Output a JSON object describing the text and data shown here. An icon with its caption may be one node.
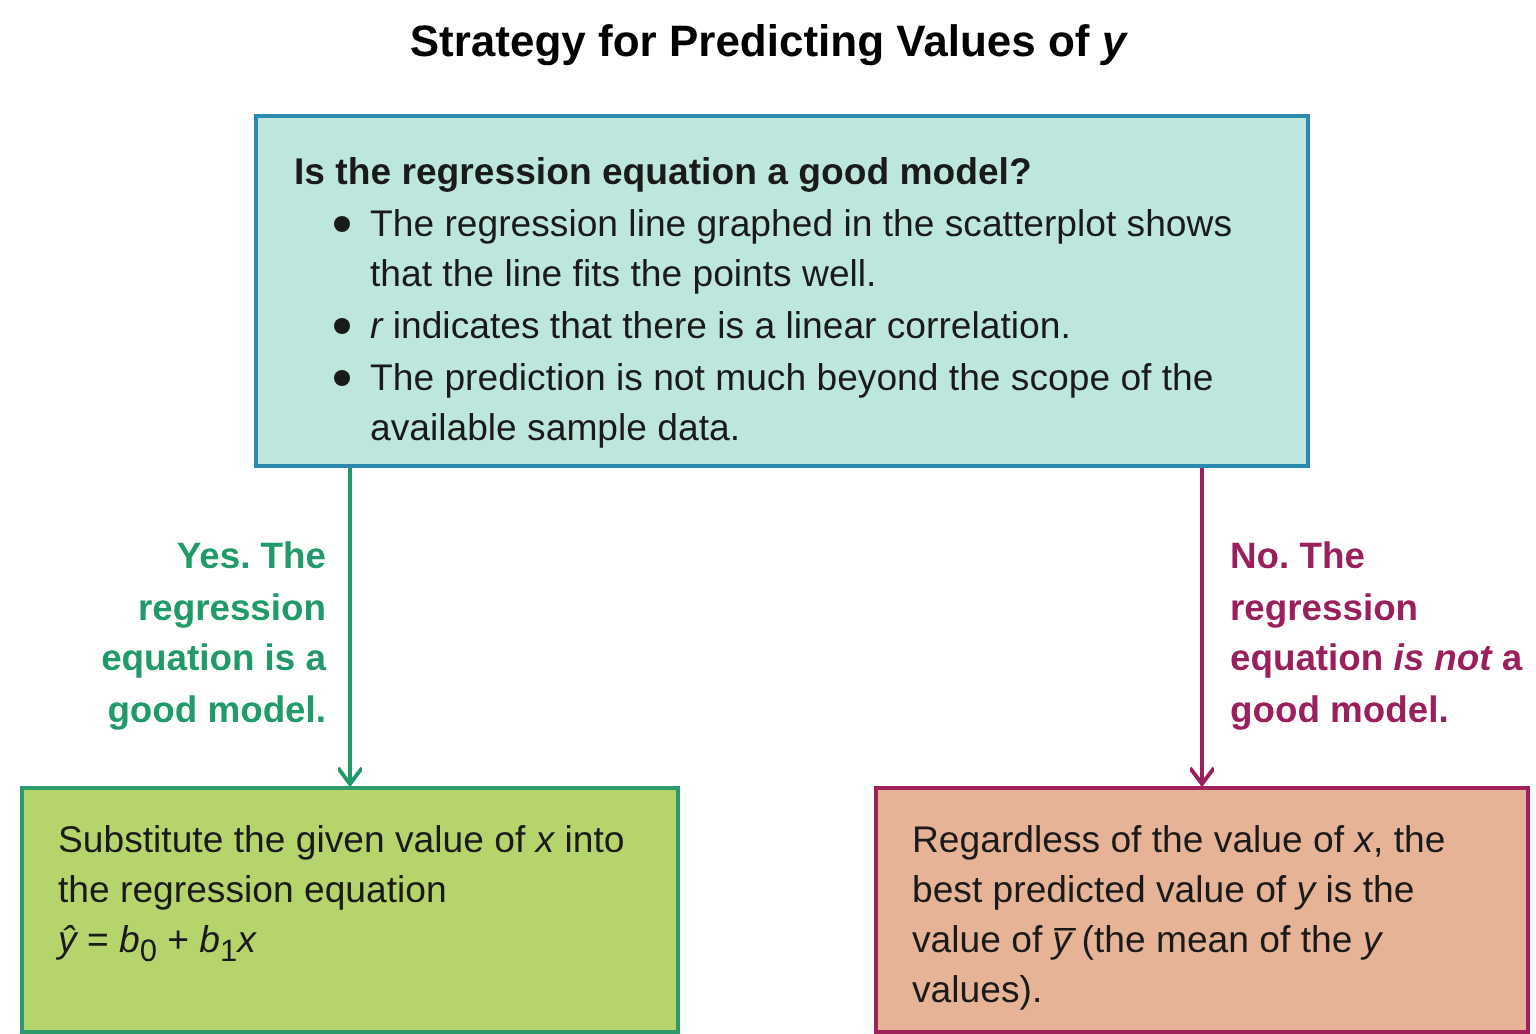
{
  "diagram": {
    "title": "Strategy for Predicting Values of *y*",
    "nodes": [
      {
        "text": [
          "Is the regression equation a good model?",
          "The regression line graphed in the scatterplot shows that the line fits the points well.",
          "*r* indicates that there is a linear correlation.",
          "The prediction is not much beyond the scope of the available sample data."
        ]
      },
      {
        "text": [
          "Substitute the given value of *x* into the regression equation",
          "*ŷ* = *b*$_{0}$ + *b*$_{1}$*x*"
        ]
      },
      {
        "text": [
          "Regardless of the value of *x*, the best predicted value of *y* is the value of *y̅* (the mean of the *y* values)."
        ]
      }
    ],
    "edges": [
      {
        "from": 0,
        "to": 1,
        "arrow": "to",
        "label": "Yes. The regression equation is a good model.",
        "color": "#1f9a68"
      },
      {
        "from": 0,
        "to": 2,
        "arrow": "to",
        "label": "No. The regression equation *is not* a good model.",
        "color": "#9a1f5c"
      }
    ]
  }
}
